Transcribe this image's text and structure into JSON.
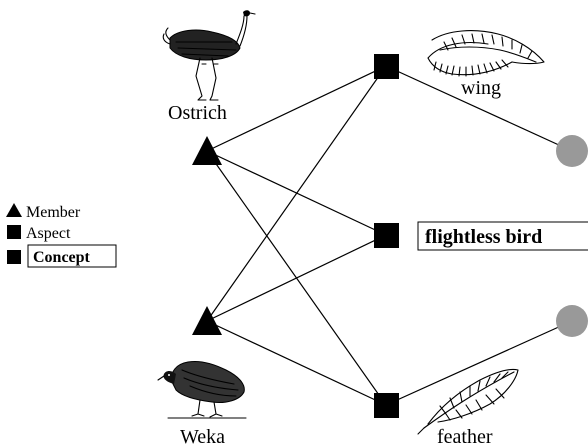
{
  "legend": {
    "member": "Member",
    "aspect": "Aspect",
    "concept": "Concept"
  },
  "members": {
    "ostrich": "Ostrich",
    "weka": "Weka"
  },
  "aspects": {
    "wing": "wing",
    "feather": "feather"
  },
  "concept": {
    "label": "flightless bird"
  },
  "icons": {
    "ostrich": "ostrich-icon",
    "weka": "weka-icon",
    "wing": "wing-icon",
    "feather": "feather-icon"
  },
  "colors": {
    "node": "#000000",
    "circle_node": "#999999"
  }
}
